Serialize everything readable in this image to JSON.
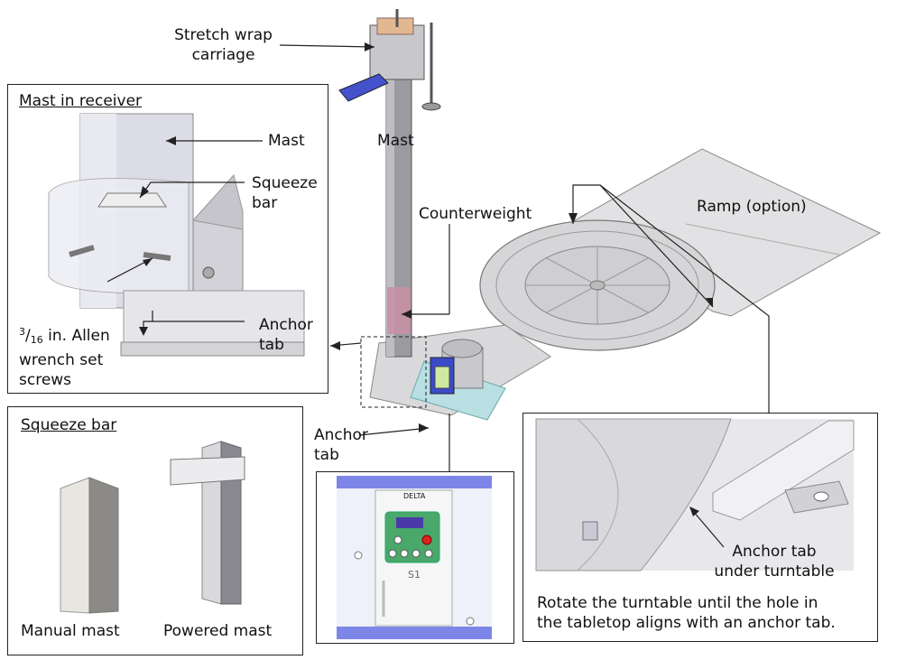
{
  "labels": {
    "carriage_line1": "Stretch wrap",
    "carriage_line2": "carriage",
    "mast": "Mast",
    "counterweight": "Counterweight",
    "ramp": "Ramp (option)",
    "anchor_tab_line1": "Anchor",
    "anchor_tab_line2": "tab"
  },
  "panel_mast_receiver": {
    "title": "Mast in receiver",
    "mast": "Mast",
    "squeeze_line1": "Squeeze",
    "squeeze_line2": "bar",
    "anchor_line1": "Anchor",
    "anchor_line2": "tab",
    "allen_num": "3",
    "allen_den": "16",
    "allen_line1_rest": " in. Allen",
    "allen_line2": "wrench set",
    "allen_line3": "screws"
  },
  "panel_squeeze_bar": {
    "title": "Squeeze bar",
    "manual": "Manual mast",
    "powered": "Powered mast"
  },
  "panel_controller": {
    "brand": "DELTA",
    "model": "S1"
  },
  "panel_turntable": {
    "anchor_line1": "Anchor tab",
    "anchor_line2": "under turntable",
    "note_line1": "Rotate the turntable until the hole in",
    "note_line2": "the tabletop aligns with an anchor tab."
  }
}
